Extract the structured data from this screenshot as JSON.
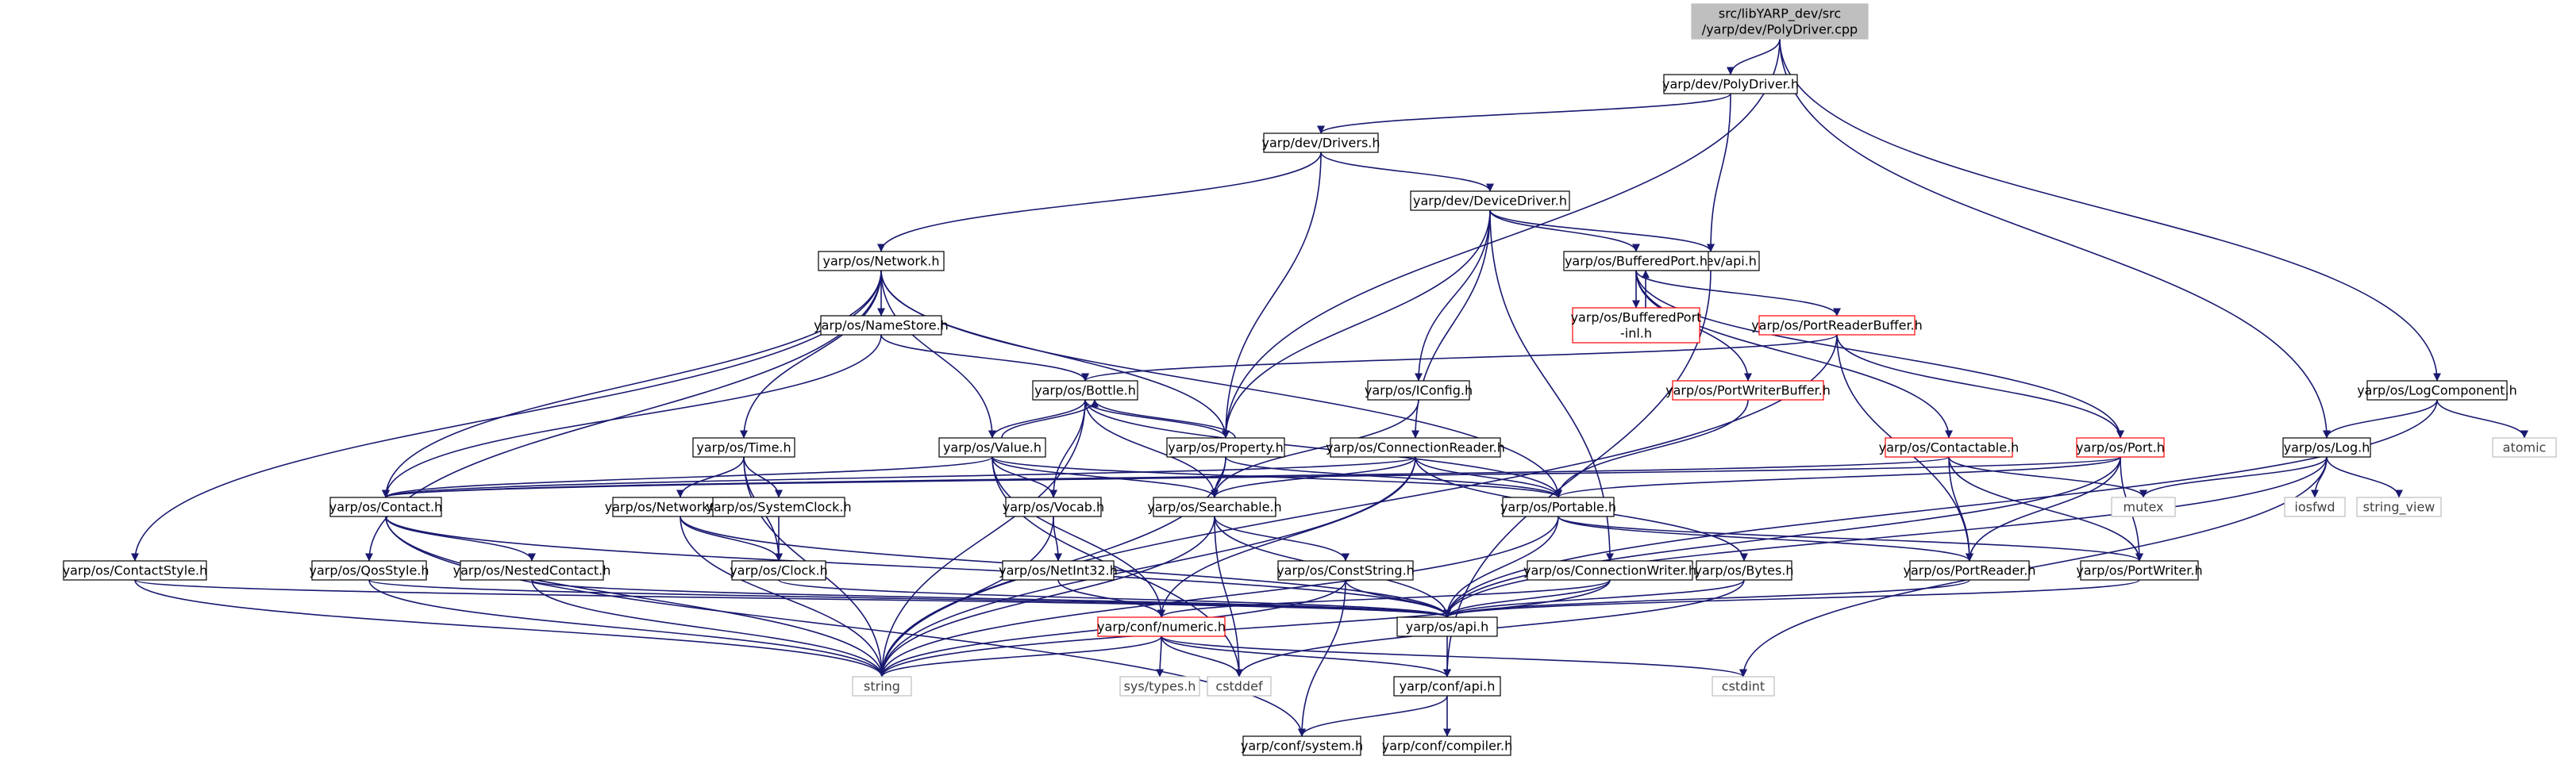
{
  "diagram": {
    "colors": {
      "edge": "#191970",
      "node_border_default": "#000000",
      "node_border_incomplete": "#ff0000",
      "node_border_system": "#bfbfbf",
      "root_fill": "#bfbfbf",
      "text": "#000000",
      "system_text": "#404040"
    },
    "nodes": [
      {
        "id": "root",
        "lines": [
          "src/libYARP_dev/src",
          "/yarp/dev/PolyDriver.cpp"
        ],
        "style": "root"
      },
      {
        "id": "polydriver_h",
        "lines": [
          "yarp/dev/PolyDriver.h"
        ],
        "style": "default"
      },
      {
        "id": "drivers_h",
        "lines": [
          "yarp/dev/Drivers.h"
        ],
        "style": "default"
      },
      {
        "id": "devicedriver_h",
        "lines": [
          "yarp/dev/DeviceDriver.h"
        ],
        "style": "default"
      },
      {
        "id": "dev_api_h",
        "lines": [
          "yarp/dev/api.h"
        ],
        "style": "default"
      },
      {
        "id": "network_h",
        "lines": [
          "yarp/os/Network.h"
        ],
        "style": "default"
      },
      {
        "id": "bufferedport_h",
        "lines": [
          "yarp/os/BufferedPort.h"
        ],
        "style": "default"
      },
      {
        "id": "bufferedport_inl",
        "lines": [
          "yarp/os/BufferedPort",
          "-inl.h"
        ],
        "style": "incomplete"
      },
      {
        "id": "portreaderbuffer_h",
        "lines": [
          "yarp/os/PortReaderBuffer.h"
        ],
        "style": "incomplete"
      },
      {
        "id": "namestore_h",
        "lines": [
          "yarp/os/NameStore.h"
        ],
        "style": "default"
      },
      {
        "id": "bottle_h",
        "lines": [
          "yarp/os/Bottle.h"
        ],
        "style": "default"
      },
      {
        "id": "iconfig_h",
        "lines": [
          "yarp/os/IConfig.h"
        ],
        "style": "default"
      },
      {
        "id": "portwriterbuffer_h",
        "lines": [
          "yarp/os/PortWriterBuffer.h"
        ],
        "style": "incomplete"
      },
      {
        "id": "logcomponent_h",
        "lines": [
          "yarp/os/LogComponent.h"
        ],
        "style": "default"
      },
      {
        "id": "time_h",
        "lines": [
          "yarp/os/Time.h"
        ],
        "style": "default"
      },
      {
        "id": "value_h",
        "lines": [
          "yarp/os/Value.h"
        ],
        "style": "default"
      },
      {
        "id": "property_h",
        "lines": [
          "yarp/os/Property.h"
        ],
        "style": "default"
      },
      {
        "id": "connectionreader_h",
        "lines": [
          "yarp/os/ConnectionReader.h"
        ],
        "style": "default"
      },
      {
        "id": "contactable_h",
        "lines": [
          "yarp/os/Contactable.h"
        ],
        "style": "incomplete"
      },
      {
        "id": "port_h",
        "lines": [
          "yarp/os/Port.h"
        ],
        "style": "incomplete"
      },
      {
        "id": "log_h",
        "lines": [
          "yarp/os/Log.h"
        ],
        "style": "default"
      },
      {
        "id": "atomic",
        "lines": [
          "atomic"
        ],
        "style": "system"
      },
      {
        "id": "contact_h",
        "lines": [
          "yarp/os/Contact.h"
        ],
        "style": "default"
      },
      {
        "id": "networkclock_h",
        "lines": [
          "yarp/os/NetworkClock.h"
        ],
        "style": "default"
      },
      {
        "id": "systemclock_h",
        "lines": [
          "yarp/os/SystemClock.h"
        ],
        "style": "default"
      },
      {
        "id": "vocab_h",
        "lines": [
          "yarp/os/Vocab.h"
        ],
        "style": "default"
      },
      {
        "id": "searchable_h",
        "lines": [
          "yarp/os/Searchable.h"
        ],
        "style": "default"
      },
      {
        "id": "portable_h",
        "lines": [
          "yarp/os/Portable.h"
        ],
        "style": "default"
      },
      {
        "id": "mutex",
        "lines": [
          "mutex"
        ],
        "style": "system"
      },
      {
        "id": "iosfwd",
        "lines": [
          "iosfwd"
        ],
        "style": "system"
      },
      {
        "id": "string_view",
        "lines": [
          "string_view"
        ],
        "style": "system"
      },
      {
        "id": "contactstyle_h",
        "lines": [
          "yarp/os/ContactStyle.h"
        ],
        "style": "default"
      },
      {
        "id": "qosstyle_h",
        "lines": [
          "yarp/os/QosStyle.h"
        ],
        "style": "default"
      },
      {
        "id": "nestedcontact_h",
        "lines": [
          "yarp/os/NestedContact.h"
        ],
        "style": "default"
      },
      {
        "id": "clock_h",
        "lines": [
          "yarp/os/Clock.h"
        ],
        "style": "default"
      },
      {
        "id": "netint32_h",
        "lines": [
          "yarp/os/NetInt32.h"
        ],
        "style": "default"
      },
      {
        "id": "conststring_h",
        "lines": [
          "yarp/os/ConstString.h"
        ],
        "style": "default"
      },
      {
        "id": "connectionwriter_h",
        "lines": [
          "yarp/os/ConnectionWriter.h"
        ],
        "style": "default"
      },
      {
        "id": "bytes_h",
        "lines": [
          "yarp/os/Bytes.h"
        ],
        "style": "default"
      },
      {
        "id": "portreader_h",
        "lines": [
          "yarp/os/PortReader.h"
        ],
        "style": "default"
      },
      {
        "id": "portwriter_h",
        "lines": [
          "yarp/os/PortWriter.h"
        ],
        "style": "default"
      },
      {
        "id": "os_api_h",
        "lines": [
          "yarp/os/api.h"
        ],
        "style": "default"
      },
      {
        "id": "conf_numeric_h",
        "lines": [
          "yarp/conf/numeric.h"
        ],
        "style": "incomplete"
      },
      {
        "id": "string",
        "lines": [
          "string"
        ],
        "style": "system"
      },
      {
        "id": "sys_types_h",
        "lines": [
          "sys/types.h"
        ],
        "style": "system"
      },
      {
        "id": "cstddef",
        "lines": [
          "cstddef"
        ],
        "style": "system"
      },
      {
        "id": "conf_api_h",
        "lines": [
          "yarp/conf/api.h"
        ],
        "style": "default"
      },
      {
        "id": "cstdint",
        "lines": [
          "cstdint"
        ],
        "style": "system"
      },
      {
        "id": "conf_system_h",
        "lines": [
          "yarp/conf/system.h"
        ],
        "style": "default"
      },
      {
        "id": "conf_compiler_h",
        "lines": [
          "yarp/conf/compiler.h"
        ],
        "style": "default"
      }
    ],
    "edges": [
      [
        "root",
        "polydriver_h"
      ],
      [
        "root",
        "property_h"
      ],
      [
        "root",
        "log_h"
      ],
      [
        "root",
        "logcomponent_h"
      ],
      [
        "polydriver_h",
        "drivers_h"
      ],
      [
        "polydriver_h",
        "dev_api_h"
      ],
      [
        "drivers_h",
        "network_h"
      ],
      [
        "drivers_h",
        "devicedriver_h"
      ],
      [
        "drivers_h",
        "property_h"
      ],
      [
        "devicedriver_h",
        "dev_api_h"
      ],
      [
        "devicedriver_h",
        "bufferedport_h"
      ],
      [
        "devicedriver_h",
        "iconfig_h"
      ],
      [
        "devicedriver_h",
        "property_h"
      ],
      [
        "devicedriver_h",
        "connectionreader_h"
      ],
      [
        "devicedriver_h",
        "connectionwriter_h"
      ],
      [
        "dev_api_h",
        "conf_api_h"
      ],
      [
        "network_h",
        "namestore_h"
      ],
      [
        "network_h",
        "time_h"
      ],
      [
        "network_h",
        "contact_h"
      ],
      [
        "network_h",
        "value_h"
      ],
      [
        "network_h",
        "property_h"
      ],
      [
        "network_h",
        "portable_h"
      ],
      [
        "network_h",
        "contactstyle_h"
      ],
      [
        "network_h",
        "qosstyle_h"
      ],
      [
        "bufferedport_h",
        "bufferedport_inl"
      ],
      [
        "bufferedport_h",
        "portreaderbuffer_h"
      ],
      [
        "bufferedport_h",
        "portwriterbuffer_h"
      ],
      [
        "bufferedport_h",
        "contactable_h"
      ],
      [
        "bufferedport_h",
        "port_h"
      ],
      [
        "bufferedport_inl",
        "bufferedport_h"
      ],
      [
        "portreaderbuffer_h",
        "bottle_h"
      ],
      [
        "portreaderbuffer_h",
        "port_h"
      ],
      [
        "portreaderbuffer_h",
        "portreader_h"
      ],
      [
        "portreaderbuffer_h",
        "string"
      ],
      [
        "namestore_h",
        "contact_h"
      ],
      [
        "namestore_h",
        "bottle_h"
      ],
      [
        "bottle_h",
        "value_h"
      ],
      [
        "bottle_h",
        "property_h"
      ],
      [
        "bottle_h",
        "vocab_h"
      ],
      [
        "bottle_h",
        "searchable_h"
      ],
      [
        "bottle_h",
        "portable_h"
      ],
      [
        "bottle_h",
        "string"
      ],
      [
        "iconfig_h",
        "searchable_h"
      ],
      [
        "portwriterbuffer_h",
        "portable_h"
      ],
      [
        "logcomponent_h",
        "log_h"
      ],
      [
        "logcomponent_h",
        "atomic"
      ],
      [
        "logcomponent_h",
        "os_api_h"
      ],
      [
        "time_h",
        "networkclock_h"
      ],
      [
        "time_h",
        "systemclock_h"
      ],
      [
        "time_h",
        "clock_h"
      ],
      [
        "time_h",
        "string"
      ],
      [
        "value_h",
        "bottle_h"
      ],
      [
        "value_h",
        "contact_h"
      ],
      [
        "value_h",
        "vocab_h"
      ],
      [
        "value_h",
        "searchable_h"
      ],
      [
        "value_h",
        "portable_h"
      ],
      [
        "value_h",
        "conf_numeric_h"
      ],
      [
        "value_h",
        "cstddef"
      ],
      [
        "property_h",
        "bottle_h"
      ],
      [
        "property_h",
        "searchable_h"
      ],
      [
        "property_h",
        "portable_h"
      ],
      [
        "property_h",
        "string"
      ],
      [
        "connectionreader_h",
        "contact_h"
      ],
      [
        "connectionreader_h",
        "searchable_h"
      ],
      [
        "connectionreader_h",
        "portable_h"
      ],
      [
        "connectionreader_h",
        "bytes_h"
      ],
      [
        "connectionreader_h",
        "conf_numeric_h"
      ],
      [
        "connectionreader_h",
        "string"
      ],
      [
        "contactable_h",
        "contact_h"
      ],
      [
        "contactable_h",
        "mutex"
      ],
      [
        "contactable_h",
        "portreader_h"
      ],
      [
        "contactable_h",
        "portwriter_h"
      ],
      [
        "port_h",
        "contact_h"
      ],
      [
        "port_h",
        "portable_h"
      ],
      [
        "port_h",
        "portreader_h"
      ],
      [
        "port_h",
        "portwriter_h"
      ],
      [
        "port_h",
        "os_api_h"
      ],
      [
        "log_h",
        "mutex"
      ],
      [
        "log_h",
        "iosfwd"
      ],
      [
        "log_h",
        "string_view"
      ],
      [
        "log_h",
        "os_api_h"
      ],
      [
        "log_h",
        "cstdint"
      ],
      [
        "contact_h",
        "nestedcontact_h"
      ],
      [
        "contact_h",
        "string"
      ],
      [
        "contact_h",
        "os_api_h"
      ],
      [
        "contact_h",
        "conf_system_h"
      ],
      [
        "networkclock_h",
        "clock_h"
      ],
      [
        "networkclock_h",
        "os_api_h"
      ],
      [
        "networkclock_h",
        "string"
      ],
      [
        "systemclock_h",
        "clock_h"
      ],
      [
        "vocab_h",
        "netint32_h"
      ],
      [
        "vocab_h",
        "string"
      ],
      [
        "searchable_h",
        "conststring_h"
      ],
      [
        "searchable_h",
        "os_api_h"
      ],
      [
        "searchable_h",
        "string"
      ],
      [
        "searchable_h",
        "cstddef"
      ],
      [
        "portable_h",
        "portreader_h"
      ],
      [
        "portable_h",
        "portwriter_h"
      ],
      [
        "portable_h",
        "os_api_h"
      ],
      [
        "portable_h",
        "string"
      ],
      [
        "contactstyle_h",
        "os_api_h"
      ],
      [
        "contactstyle_h",
        "string"
      ],
      [
        "qosstyle_h",
        "os_api_h"
      ],
      [
        "qosstyle_h",
        "string"
      ],
      [
        "nestedcontact_h",
        "os_api_h"
      ],
      [
        "nestedcontact_h",
        "string"
      ],
      [
        "clock_h",
        "os_api_h"
      ],
      [
        "netint32_h",
        "conf_numeric_h"
      ],
      [
        "conststring_h",
        "os_api_h"
      ],
      [
        "conststring_h",
        "conf_system_h"
      ],
      [
        "conststring_h",
        "string"
      ],
      [
        "connectionwriter_h",
        "os_api_h"
      ],
      [
        "connectionwriter_h",
        "conf_numeric_h"
      ],
      [
        "connectionwriter_h",
        "string"
      ],
      [
        "bytes_h",
        "os_api_h"
      ],
      [
        "bytes_h",
        "cstddef"
      ],
      [
        "portreader_h",
        "os_api_h"
      ],
      [
        "portwriter_h",
        "os_api_h"
      ],
      [
        "os_api_h",
        "conf_api_h"
      ],
      [
        "conf_numeric_h",
        "sys_types_h"
      ],
      [
        "conf_numeric_h",
        "cstddef"
      ],
      [
        "conf_numeric_h",
        "conf_api_h"
      ],
      [
        "conf_numeric_h",
        "cstdint"
      ],
      [
        "conf_numeric_h",
        "string"
      ],
      [
        "conf_api_h",
        "conf_system_h"
      ],
      [
        "conf_api_h",
        "conf_compiler_h"
      ]
    ]
  }
}
